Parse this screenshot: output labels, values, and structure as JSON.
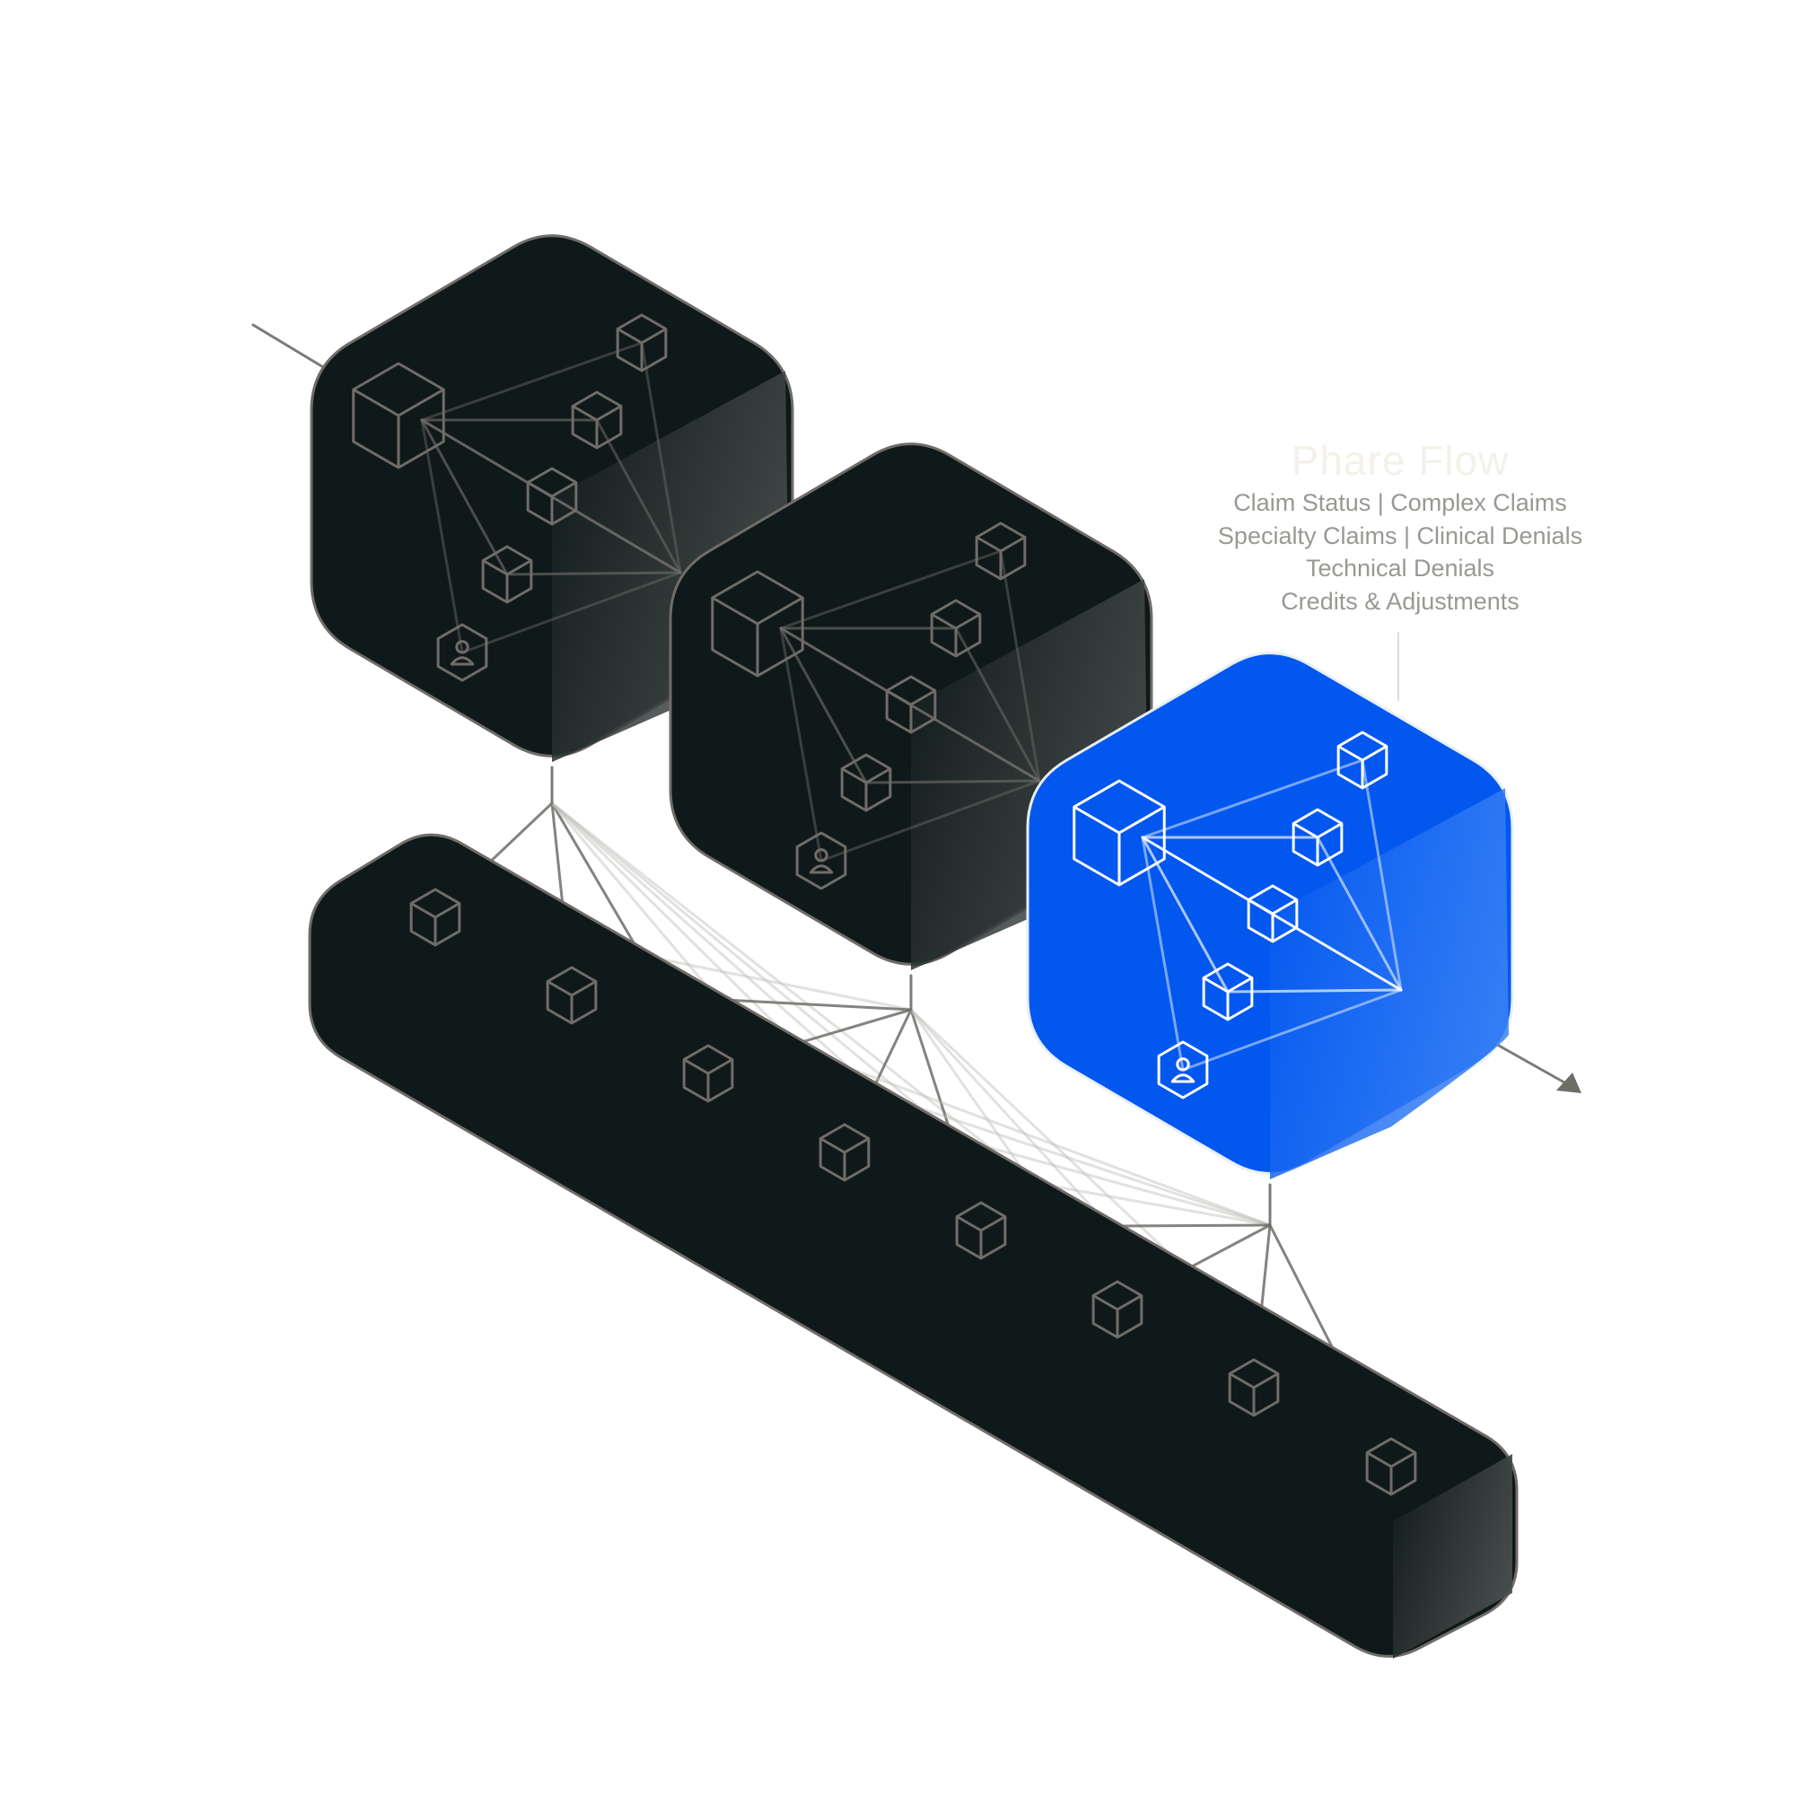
{
  "diagram": {
    "title": "Phare Flow",
    "lines": [
      "Claim Status | Complex Claims",
      "Specialty Claims | Clinical Denials",
      "Technical Denials",
      "Credits & Adjustments"
    ],
    "colors": {
      "block_dark": "#10191a",
      "block_outline": "#6f6d68",
      "block_highlight": "#0257ef",
      "connector": "#6f6d68",
      "title_text": "#f3f1ea",
      "subtitle_text": "#9a9893"
    },
    "icons": [
      "cube-icon",
      "user-hexagon-icon",
      "arrow-head-icon"
    ]
  }
}
